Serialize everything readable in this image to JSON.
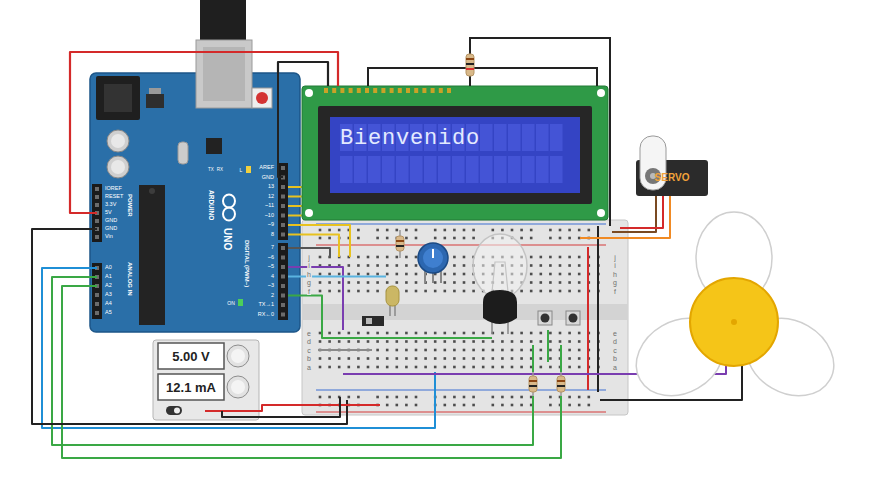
{
  "diagram": {
    "nodes": [
      {
        "text": [
          "IOREF",
          "RESET",
          "3.3V",
          "5V",
          "GND",
          "GND",
          "Vin",
          "A0",
          "A1",
          "A2",
          "A3",
          "A4",
          "A5",
          "POWER",
          "ANALOG IN",
          "AREF",
          "GND",
          "13",
          "12",
          "~11",
          "~10",
          "~9",
          "8",
          "7",
          "~6",
          "~5",
          "4",
          "~3",
          "2",
          "TX→1",
          "RX←0",
          "DIGITAL (PWM~)",
          "ARDUINO",
          "UNO",
          "TX",
          "RX",
          "L",
          "ON"
        ]
      },
      {
        "text": [
          "Bienvenido"
        ]
      },
      {
        "text": [
          "SERVO"
        ]
      },
      {
        "text": [
          "j",
          "i",
          "h",
          "g",
          "f",
          "e",
          "d",
          "c",
          "b",
          "a",
          "j",
          "i",
          "h",
          "g",
          "f",
          "e",
          "d",
          "c",
          "b",
          "a"
        ]
      },
      {
        "text": [
          "5.00 V",
          "12.1 mA"
        ]
      }
    ],
    "edges": [
      {
        "from": 0,
        "to": 1,
        "arrow": "none"
      },
      {
        "from": 0,
        "to": 1,
        "arrow": "none"
      }
    ]
  }
}
